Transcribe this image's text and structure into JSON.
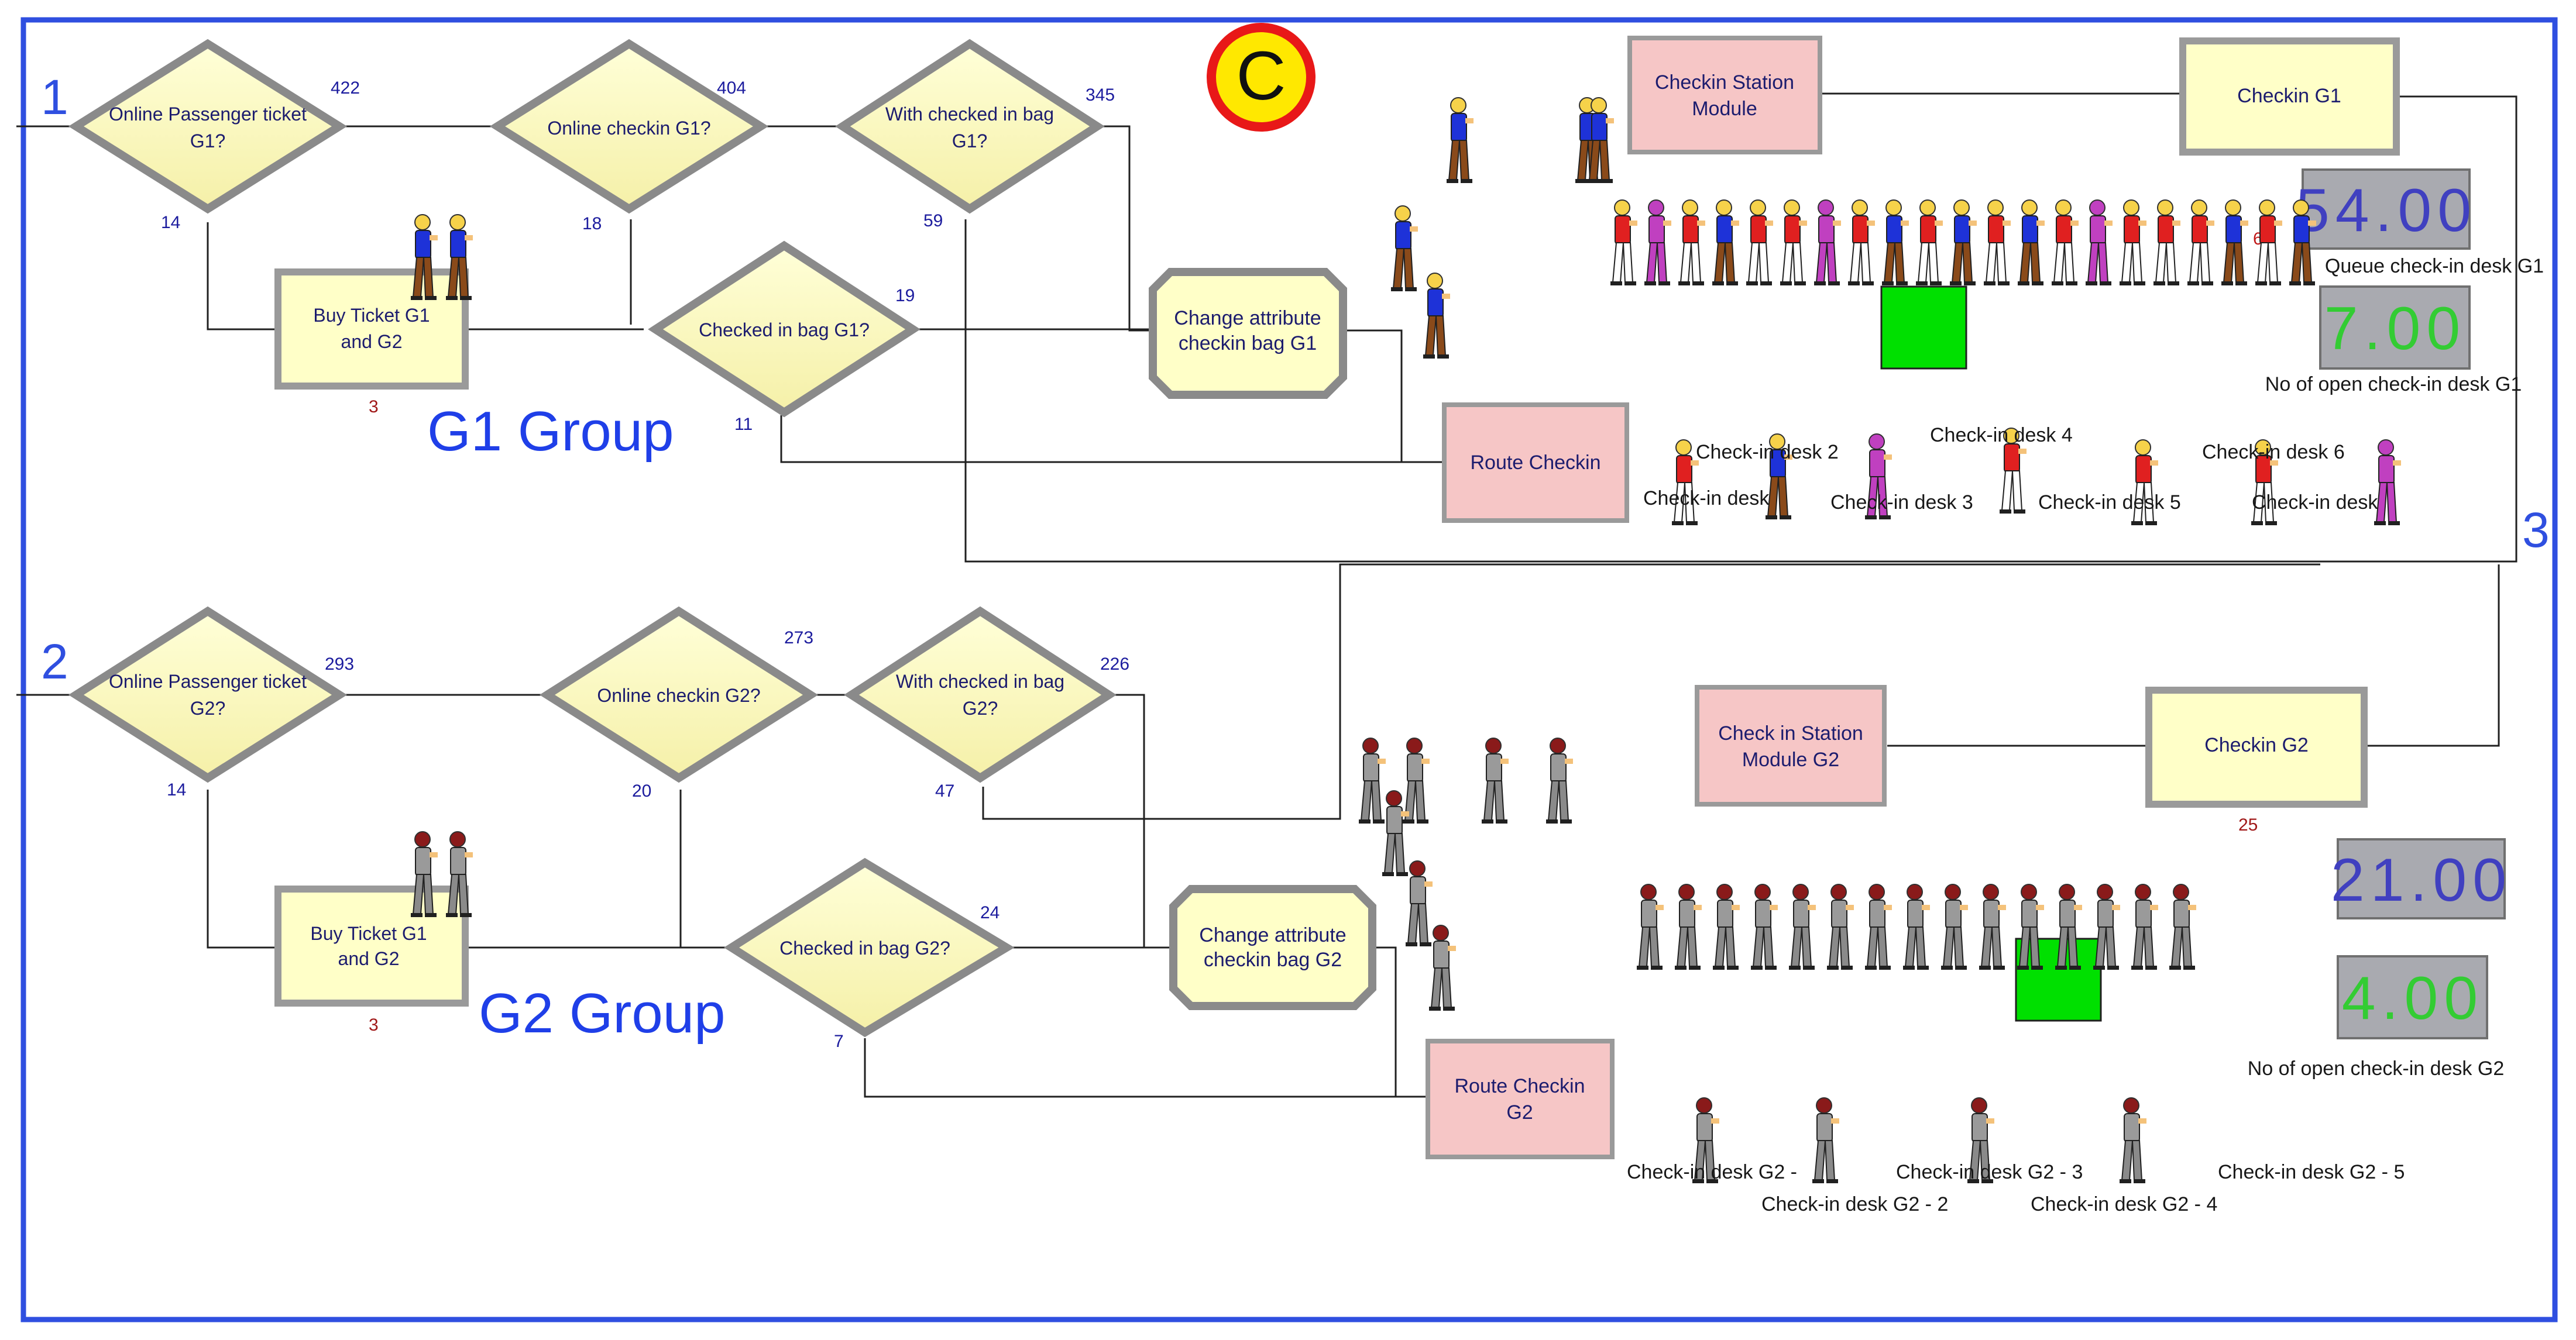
{
  "badge": "C",
  "sections": [
    {
      "key": "g1",
      "marker": "1",
      "group_label": "G1 Group"
    },
    {
      "key": "g2",
      "marker": "2",
      "group_label": "G2 Group"
    },
    {
      "key": "route",
      "marker": "3"
    }
  ],
  "decisions": [
    {
      "key": "online_ticket_g1",
      "label": [
        "Online Passenger ticket",
        "G1?"
      ],
      "count_out": "422",
      "count_no": "14"
    },
    {
      "key": "online_checkin_g1",
      "label": [
        "Online checkin G1?"
      ],
      "count_out": "404",
      "count_no": "18"
    },
    {
      "key": "checked_bag_g1",
      "label": [
        "With checked in bag",
        "G1?"
      ],
      "count_out": "345",
      "count_no": "59"
    },
    {
      "key": "checked_in_bag_g1",
      "label": [
        "Checked in bag G1?"
      ],
      "count_out": "19",
      "count_no": "11"
    },
    {
      "key": "online_ticket_g2",
      "label": [
        "Online Passenger ticket",
        "G2?"
      ],
      "count_out": "293",
      "count_no": "14"
    },
    {
      "key": "online_checkin_g2",
      "label": [
        "Online checkin G2?"
      ],
      "count_out": "273",
      "count_no": "20"
    },
    {
      "key": "checked_bag_g2",
      "label": [
        "With checked in bag",
        "G2?"
      ],
      "count_out": "226",
      "count_no": "47"
    },
    {
      "key": "checked_in_bag_g2",
      "label": [
        "Checked in bag G2?"
      ],
      "count_out": "24",
      "count_no": "7"
    }
  ],
  "processes": [
    {
      "key": "buy_ticket_g1",
      "label": [
        "Buy Ticket G1",
        "and  G2"
      ],
      "count": "3"
    },
    {
      "key": "buy_ticket_g2",
      "label": [
        "Buy Ticket G1",
        "and G2"
      ],
      "count": "3"
    },
    {
      "key": "change_attr_g1",
      "label": [
        "Change attribute",
        "checkin bag G1"
      ]
    },
    {
      "key": "change_attr_g2",
      "label": [
        "Change attribute",
        "checkin bag G2"
      ]
    },
    {
      "key": "checkin_g1",
      "label": [
        "Checkin G1"
      ],
      "count": "61"
    },
    {
      "key": "checkin_g2",
      "label": [
        "Checkin G2"
      ],
      "count": "25"
    }
  ],
  "stations": [
    {
      "key": "station_g1",
      "label": [
        "Checkin Station",
        "Module"
      ]
    },
    {
      "key": "route_g1",
      "label": [
        "Route Checkin"
      ]
    },
    {
      "key": "station_g2",
      "label": [
        "Check in Station",
        "Module G2"
      ]
    },
    {
      "key": "route_g2",
      "label": [
        "Route Checkin",
        "G2"
      ]
    }
  ],
  "displays": [
    {
      "key": "queue_g1",
      "value": "54.00",
      "caption": "Queue check-in desk G1",
      "value_color": "#4040c0"
    },
    {
      "key": "open_g1",
      "value": "7.00",
      "caption": "No of open check-in desk G1",
      "value_color": "#33cc33"
    },
    {
      "key": "queue_g2",
      "value": "21.00",
      "caption": "",
      "value_color": "#4040c0"
    },
    {
      "key": "open_g2",
      "value": "4.00",
      "caption": "No of open check-in desk G2",
      "value_color": "#33cc33"
    }
  ],
  "desks_g1": [
    "Check-in desk 2",
    "Check-in desk 4",
    "Check-in desk 6",
    "Check-in desk",
    "Check-in desk 3",
    "Check-in desk 5",
    "Check-in desk"
  ],
  "desks_g2": [
    "Check-in desk G2 -",
    "Check-in desk G2 - 3",
    "Check-in desk G2 - 5",
    "Check-in desk G2 - 2",
    "Check-in desk G2 - 4"
  ],
  "colors": {
    "frame": "#2f4fe0",
    "connector": "#202020",
    "process_fill": "#ffffc8",
    "station_fill": "#f6c6c6",
    "display_bg": "#a9aab0",
    "server": "#00e000"
  }
}
